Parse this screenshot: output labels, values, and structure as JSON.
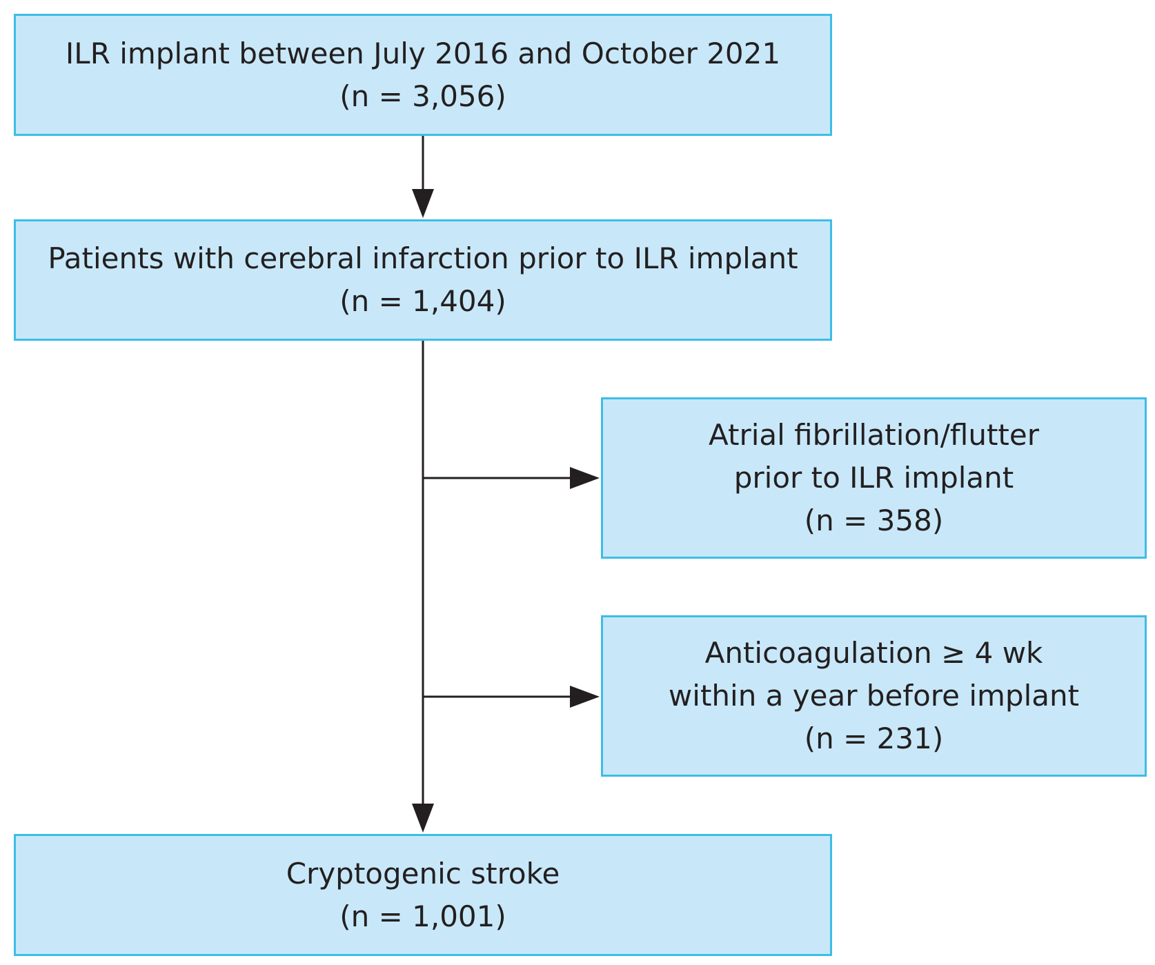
{
  "flowchart": {
    "colors": {
      "box_fill": "#c8e8f9",
      "box_border": "#3dbde6",
      "line": "#231f20",
      "text": "#231f20"
    },
    "boxes": [
      {
        "lines": [
          "ILR implant between July 2016 and October 2021",
          "(n = 3,056)"
        ]
      },
      {
        "lines": [
          "Patients with cerebral infarction prior to ILR implant",
          "(n = 1,404)"
        ]
      },
      {
        "lines": [
          "Atrial fibrillation/flutter",
          "prior to ILR implant",
          "(n = 358)"
        ]
      },
      {
        "lines": [
          "Anticoagulation ≥ 4 wk",
          "within a year before implant",
          "(n = 231)"
        ]
      },
      {
        "lines": [
          "Cryptogenic stroke",
          "(n = 1,001)"
        ]
      }
    ]
  }
}
